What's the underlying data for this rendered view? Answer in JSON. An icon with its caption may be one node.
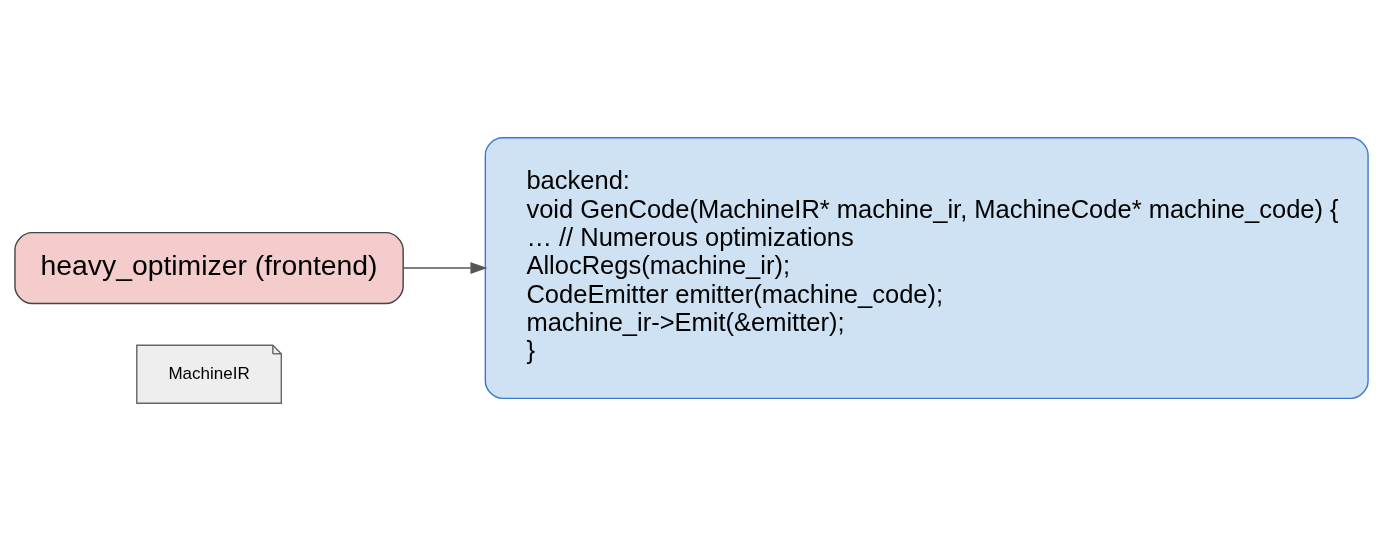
{
  "diagram": {
    "nodes": [
      {
        "text": [
          "heavy_optimizer (frontend)"
        ]
      },
      {
        "text": [
          "backend:",
          "void GenCode(MachineIR* machine_ir, MachineCode* machine_code) {",
          "… // Numerous optimizations",
          "AllocRegs(machine_ir);",
          "CodeEmitter emitter(machine_code);",
          "machine_ir->Emit(&emitter);",
          "}"
        ]
      },
      {
        "text": [
          "MachineIR"
        ]
      }
    ],
    "edges": [
      {
        "from": 0,
        "to": 1,
        "arrow": "to"
      }
    ]
  }
}
